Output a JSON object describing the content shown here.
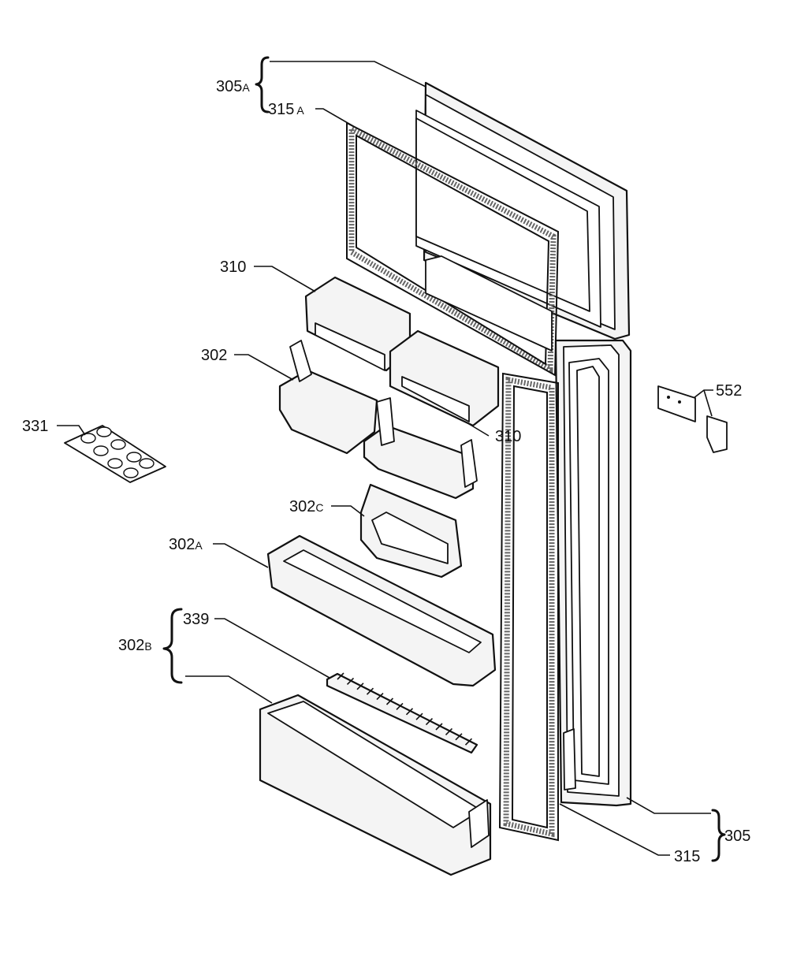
{
  "labels": {
    "l305A": {
      "num": "305",
      "suffix": "A"
    },
    "l315A": {
      "num": "315",
      "suffix": "A"
    },
    "l310a": {
      "num": "310",
      "suffix": ""
    },
    "l302": {
      "num": "302",
      "suffix": ""
    },
    "l331": {
      "num": "331",
      "suffix": ""
    },
    "l310b": {
      "num": "310",
      "suffix": ""
    },
    "l552": {
      "num": "552",
      "suffix": ""
    },
    "l302C": {
      "num": "302",
      "suffix": "C"
    },
    "l302A": {
      "num": "302",
      "suffix": "A"
    },
    "l339": {
      "num": "339",
      "suffix": ""
    },
    "l302B": {
      "num": "302",
      "suffix": "B"
    },
    "l305": {
      "num": "305",
      "suffix": ""
    },
    "l315": {
      "num": "315",
      "suffix": ""
    }
  }
}
